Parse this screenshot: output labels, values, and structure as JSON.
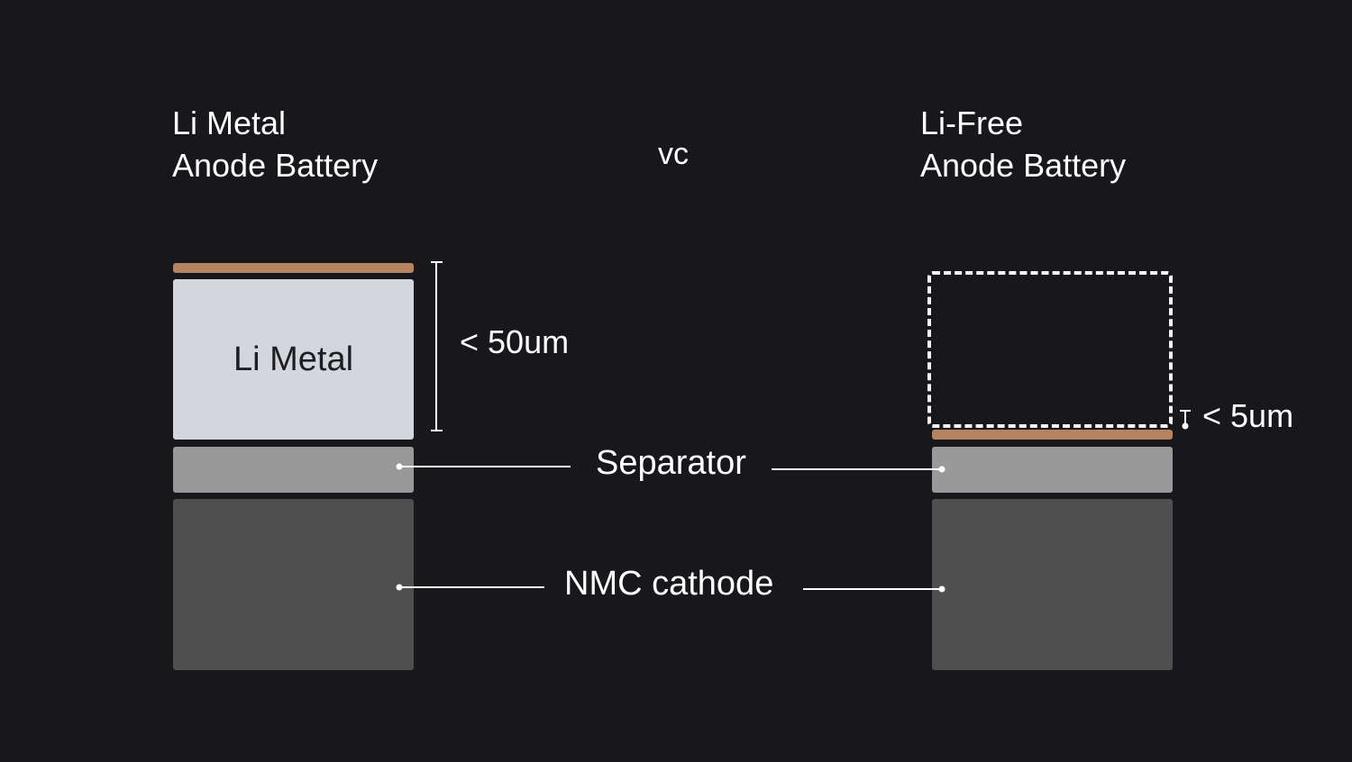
{
  "left_battery": {
    "title_line1": "Li Metal",
    "title_line2": "Anode Battery",
    "anode_label": "Li Metal",
    "thickness_label": "< 50um"
  },
  "vs_label": "vc",
  "right_battery": {
    "title_line1": "Li-Free",
    "title_line2": "Anode Battery",
    "thickness_label": "< 5um"
  },
  "callouts": {
    "separator": "Separator",
    "cathode": "NMC cathode"
  },
  "colors": {
    "background": "#18171c",
    "copper_current_collector": "#b5835f",
    "li_metal": "#d3d6db",
    "separator": "#999999",
    "cathode": "#4f4f4f",
    "text": "#ffffff"
  }
}
